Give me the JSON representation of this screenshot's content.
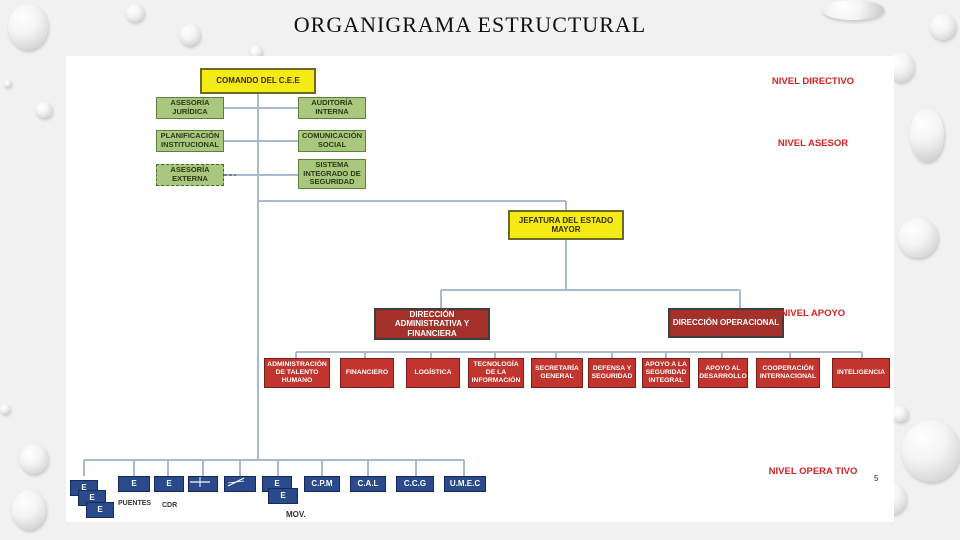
{
  "slide": {
    "title": "ORGANIGRAMA ESTRUCTURAL",
    "page_number": "5"
  },
  "colors": {
    "directive": "#f3ea16",
    "advisory": "#a9c77d",
    "direction": "#a4302a",
    "support_unit": "#c2352f",
    "operative": "#2a4a8c",
    "level_text": "#d32222"
  },
  "levels": {
    "directivo": "NIVEL DIRECTIVO",
    "asesor": "NIVEL ASESOR",
    "apoyo": "NIVEL APOYO",
    "operativo": "NIVEL OPERA TIVO"
  },
  "directive": {
    "comando": "COMANDO DEL C.E.E",
    "jefatura": "JEFATURA DEL ESTADO",
    "jefatura_sub": "MAYOR"
  },
  "advisory": {
    "asesoria_juridica": "ASESORÍA JURÍDICA",
    "auditoria_interna": "AUDITORÍA INTERNA",
    "planificacion": "PLANIFICACIÓN INSTITUCIONAL",
    "comunicacion": "COMUNICACIÓN SOCIAL",
    "asesoria_externa": "ASESORÍA EXTERNA",
    "sistema_integrado": "SISTEMA INTEGRADO DE SEGURIDAD"
  },
  "directions": {
    "administrativa": "DIRECCIÓN ADMINISTRATIVA Y FINANCIERA",
    "operacional": "DIRECCIÓN OPERACIONAL"
  },
  "support_units": [
    "ADMINISTRACIÓN DE TALENTO HUMANO",
    "FINANCIERO",
    "LOGÍSTICA",
    "TECNOLOGÍA DE LA INFORMACIÓN",
    "SECRETARÍA GENERAL",
    "DEFENSA Y SEGURIDAD",
    "APOYO A LA SEGURIDAD INTEGRAL",
    "APOYO AL DESARROLLO",
    "COOPERACIÓN INTERNACIONAL",
    "INTELIGENCIA"
  ],
  "operative": {
    "e": "E",
    "cpm": "C.P.M",
    "cal": "C.A.L",
    "ccg": "C.C.G",
    "umec": "U.M.E.C",
    "puentes": "PUENTES",
    "cdr": "CDR",
    "mov": "MOV."
  }
}
